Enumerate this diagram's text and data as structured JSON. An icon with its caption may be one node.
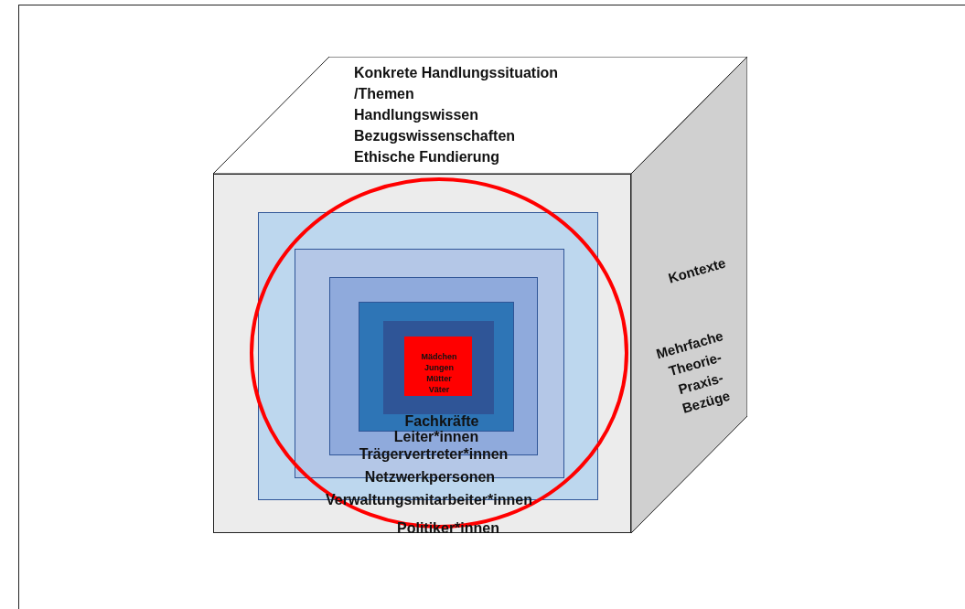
{
  "diagram": {
    "nodes": [
      {
        "text": [
          "Konkrete Handlungssituation /Themen",
          "Handlungswissen",
          "Bezugswissenschaften",
          "Ethische Fundierung"
        ]
      },
      {
        "text": [
          "Kontexte",
          "Mehrfache Theorie-Praxis-Bezüge"
        ]
      },
      {
        "text": [
          "Politiker*innen"
        ]
      },
      {
        "text": [
          "Verwaltungsmitarbeiter*innen"
        ],
        "in": 2
      },
      {
        "text": [
          "Netzwerkpersonen"
        ],
        "in": 3
      },
      {
        "text": [
          "Trägervertreter*innen"
        ],
        "in": 4
      },
      {
        "text": [
          "Leiter*innen"
        ],
        "in": 5
      },
      {
        "text": [
          "Fachkräfte"
        ],
        "in": 6
      },
      {
        "text": [
          "Mädchen",
          "Jungen",
          "Mütter",
          "Väter"
        ],
        "in": 7
      }
    ],
    "edges": []
  }
}
